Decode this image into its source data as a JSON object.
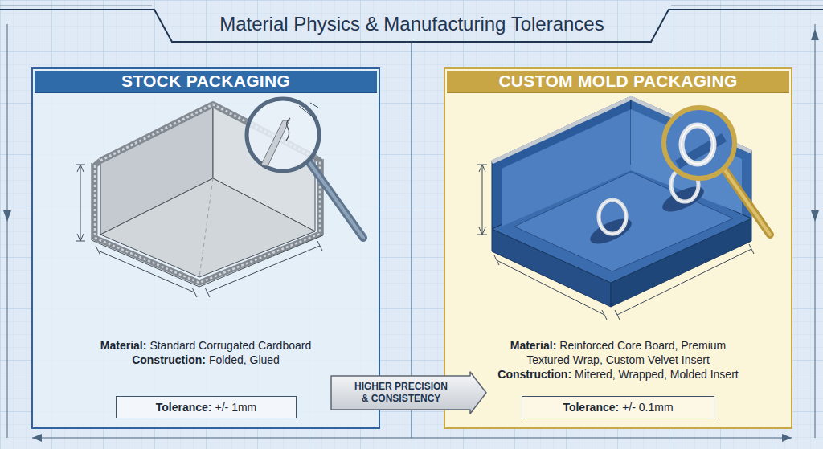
{
  "diagram": {
    "title": "Material Physics & Manufacturing Tolerances",
    "nodes": [
      {
        "text": [
          "STOCK PACKAGING",
          "Material:",
          "Standard Corrugated Cardboard",
          "Construction:",
          "Folded, Glued"
        ]
      },
      {
        "text": [
          "Tolerance:",
          "+/- 1mm"
        ],
        "in": 0
      },
      {
        "text": [
          "CUSTOM MOLD PACKAGING",
          "Material:",
          "Reinforced Core Board, Premium Textured Wrap, Custom Velvet Insert",
          "Construction:",
          "Mitered, Wrapped, Molded Insert"
        ]
      },
      {
        "text": [
          "Tolerance:",
          "+/- 0.1mm"
        ],
        "in": 2
      }
    ],
    "edges": [
      {
        "from": 0,
        "to": 2,
        "label": "HIGHER PRECISION & CONSISTENCY",
        "arrow": "to"
      }
    ]
  }
}
